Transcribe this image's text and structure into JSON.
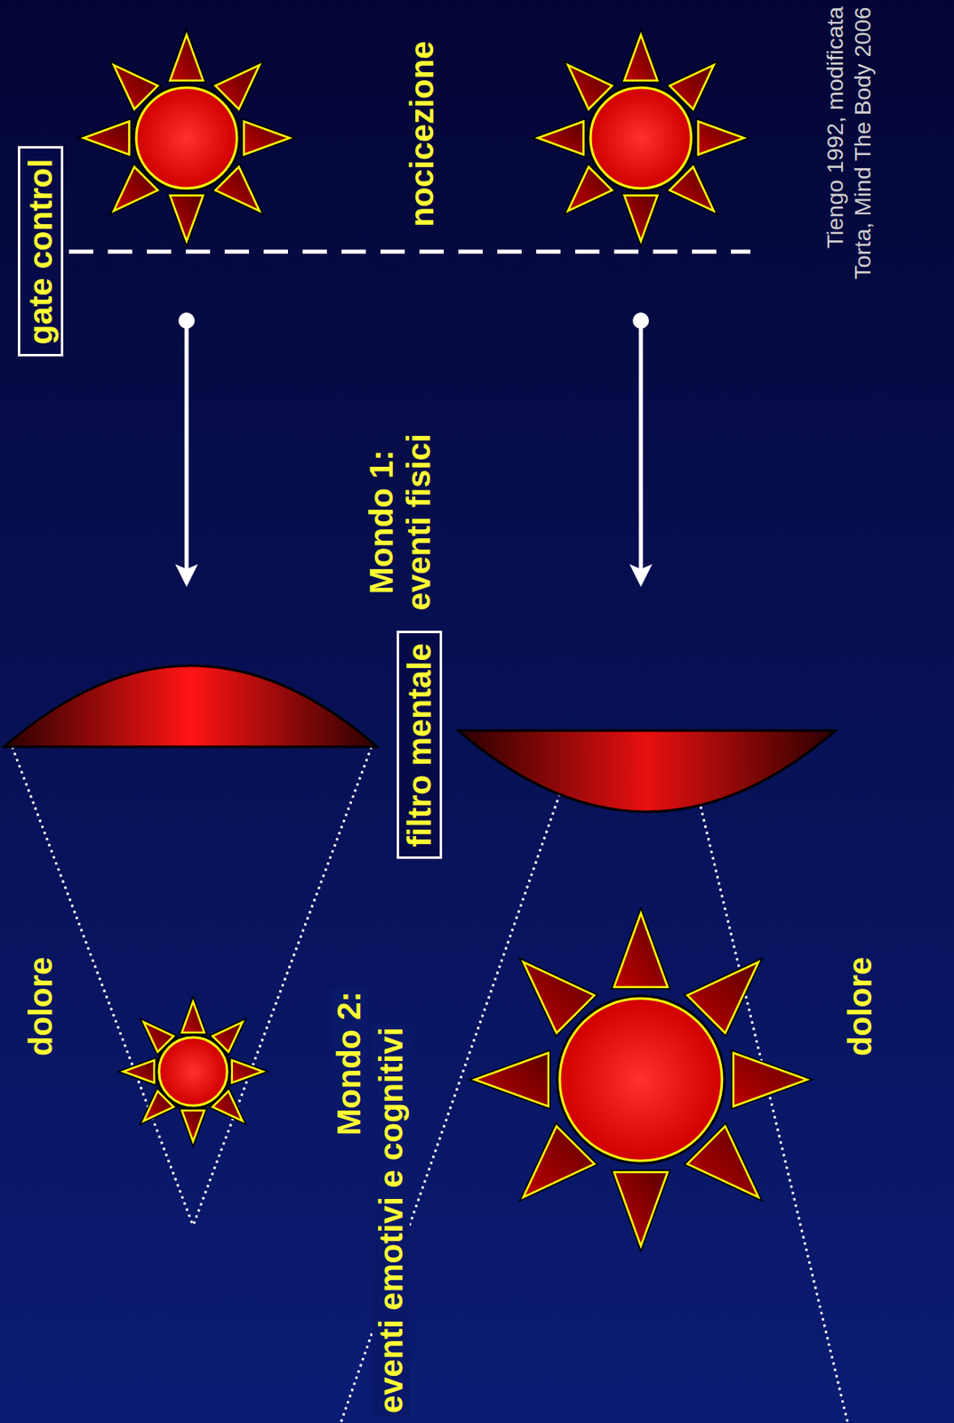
{
  "diagram": {
    "nodes": [
      {
        "text": [
          "gate control"
        ]
      },
      {
        "text": [
          "filtro mentale"
        ]
      }
    ],
    "labels": [
      "nocicezione",
      "Mondo 1:",
      "eventi fisici",
      "Mondo 2:",
      "eventi emotivi e cognitivi",
      "dolore",
      "dolore",
      "Tiengo 1992, modificata",
      "Torta, Mind The Body 2006"
    ]
  }
}
